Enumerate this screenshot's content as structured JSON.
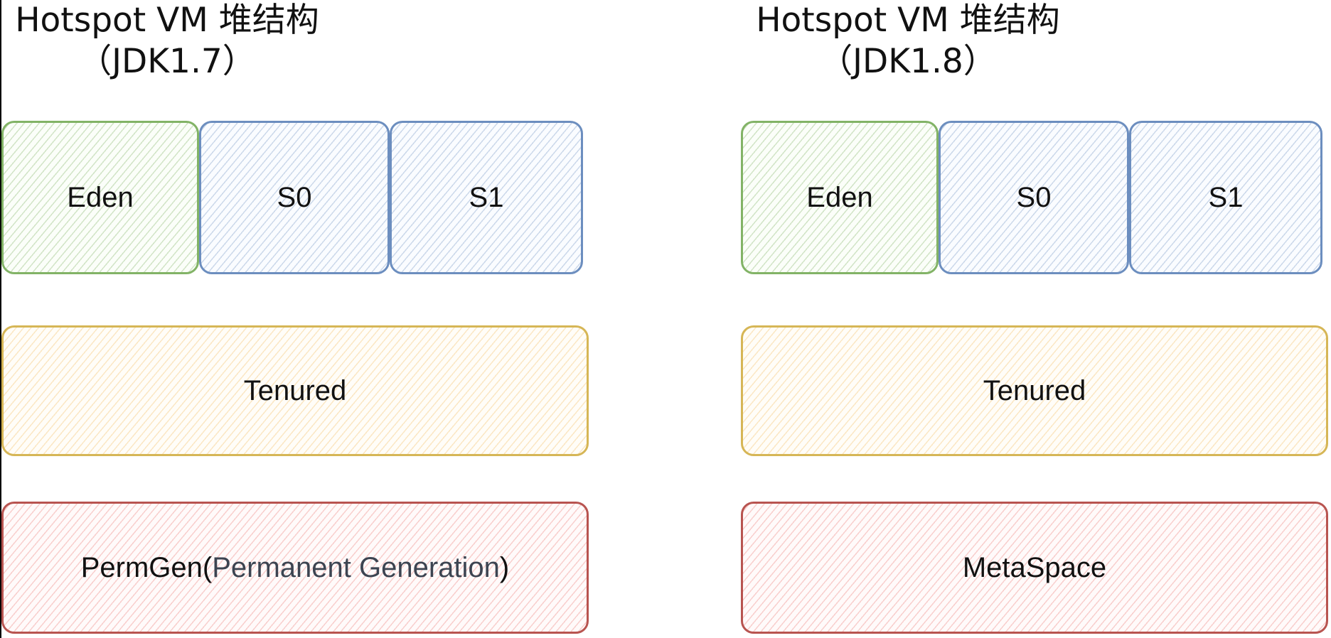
{
  "colors": {
    "young_gen_eden": "#82b366",
    "survivor": "#6c8ebf",
    "tenured": "#d6b656",
    "perm_meta": "#b85450"
  },
  "jdk17": {
    "title_line1": "Hotspot VM  堆结构",
    "title_line2": "（JDK1.7）",
    "eden": "Eden",
    "s0": "S0",
    "s1": "S1",
    "tenured": "Tenured",
    "permgen": {
      "prefix": "PermGen(",
      "detail": "Permanent Generation",
      "suffix": ")"
    }
  },
  "jdk18": {
    "title_line1": "Hotspot VM  堆结构",
    "title_line2": "（JDK1.8）",
    "eden": "Eden",
    "s0": "S0",
    "s1": "S1",
    "tenured": "Tenured",
    "metaspace": "MetaSpace"
  }
}
